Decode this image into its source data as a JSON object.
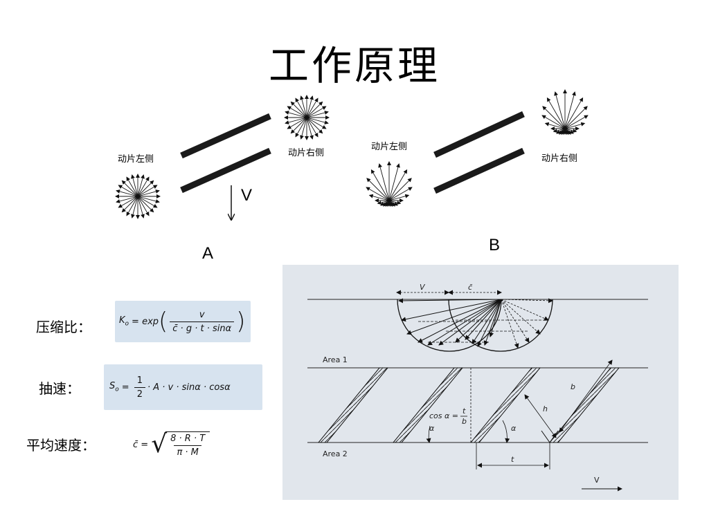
{
  "title": "工作原理",
  "top": {
    "panel_a": {
      "letter": "A",
      "left_label": "动片左侧",
      "right_label": "动片右侧",
      "velocity_label": "V"
    },
    "panel_b": {
      "letter": "B",
      "left_label": "动片左侧",
      "right_label": "动片右侧"
    }
  },
  "formulas": {
    "compression": {
      "label": "压缩比：",
      "lhs": "K",
      "lhs_sub": "o",
      "eq": "= exp",
      "num": "v",
      "den": "c̄ · g · t · sinα"
    },
    "pumping": {
      "label": "抽速：",
      "lhs": "S",
      "lhs_sub": "o",
      "eq": "=",
      "num": "1",
      "den": "2",
      "rest": "· A · v · sinα · cosα"
    },
    "mean_speed": {
      "label": "平均速度：",
      "lhs": "c̄ =",
      "num": "8 · R · T",
      "den": "π · M"
    }
  },
  "blade_diagram": {
    "area1": "Area 1",
    "area2": "Area 2",
    "v_label": "V",
    "c_label": "c̄",
    "b_label": "b",
    "h_label": "h",
    "t_label": "t",
    "alpha": "α",
    "cos_text": "cos α =",
    "cos_num": "t",
    "cos_den": "b",
    "velocity_label": "V"
  }
}
